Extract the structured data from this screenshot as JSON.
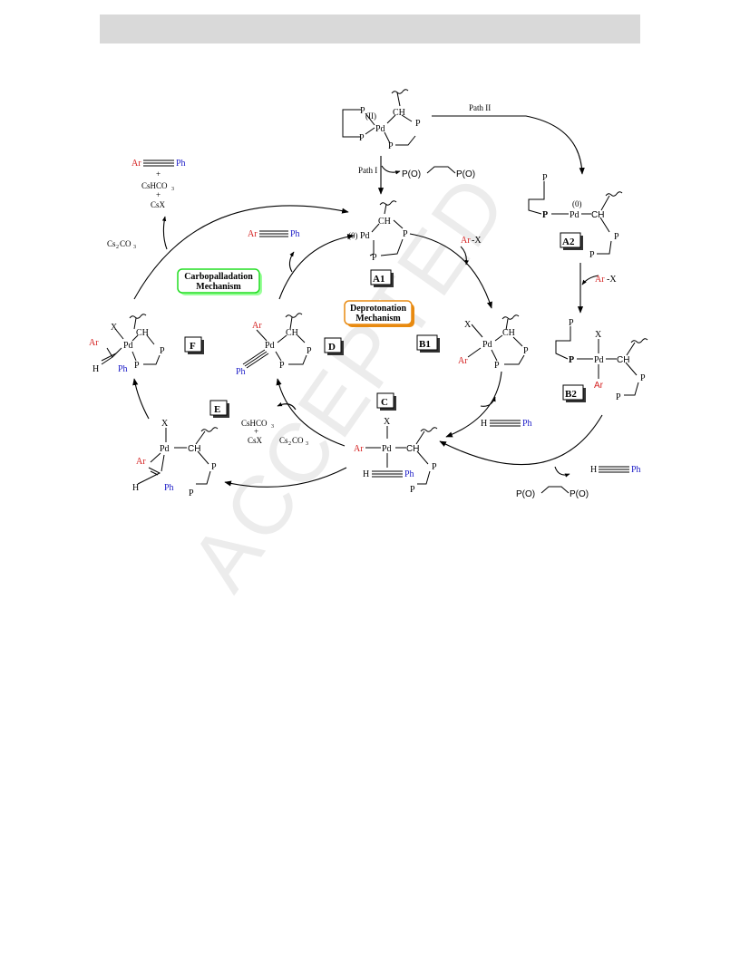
{
  "labels": {
    "A1": "A1",
    "A2": "A2",
    "B1": "B1",
    "B2": "B2",
    "C": "C",
    "D": "D",
    "E": "E",
    "F": "F"
  },
  "mechanisms": {
    "carbo_line1": "Carbopalladation",
    "carbo_line2": "Mechanism",
    "carbo_color": "#22dd22",
    "deprot_line1": "Deprotonation",
    "deprot_line2": "Mechanism",
    "deprot_color": "#e88a10"
  },
  "paths": {
    "path1": "Path I",
    "path2": "Path II"
  },
  "atoms": {
    "P": "P",
    "Pd": "Pd",
    "CH": "CH",
    "X": "X",
    "Ar": "Ar",
    "Ph": "Ph",
    "H": "H",
    "ox2": "(II)",
    "ox0": "(0)"
  },
  "reagents": {
    "PO": "P(O)",
    "ArX": "-X",
    "cs2co3_a": "Cs",
    "cs2co3_b": "2",
    "cs2co3_c": "CO",
    "cs2co3_d": "3",
    "cshco3_a": "CsHCO",
    "cshco3_b": "3",
    "csx": "CsX",
    "plus": "+"
  },
  "watermark": "ACCEPTED",
  "colors": {
    "red": "#d42020",
    "blue": "#2020c8",
    "header": "#d9d9d9"
  }
}
